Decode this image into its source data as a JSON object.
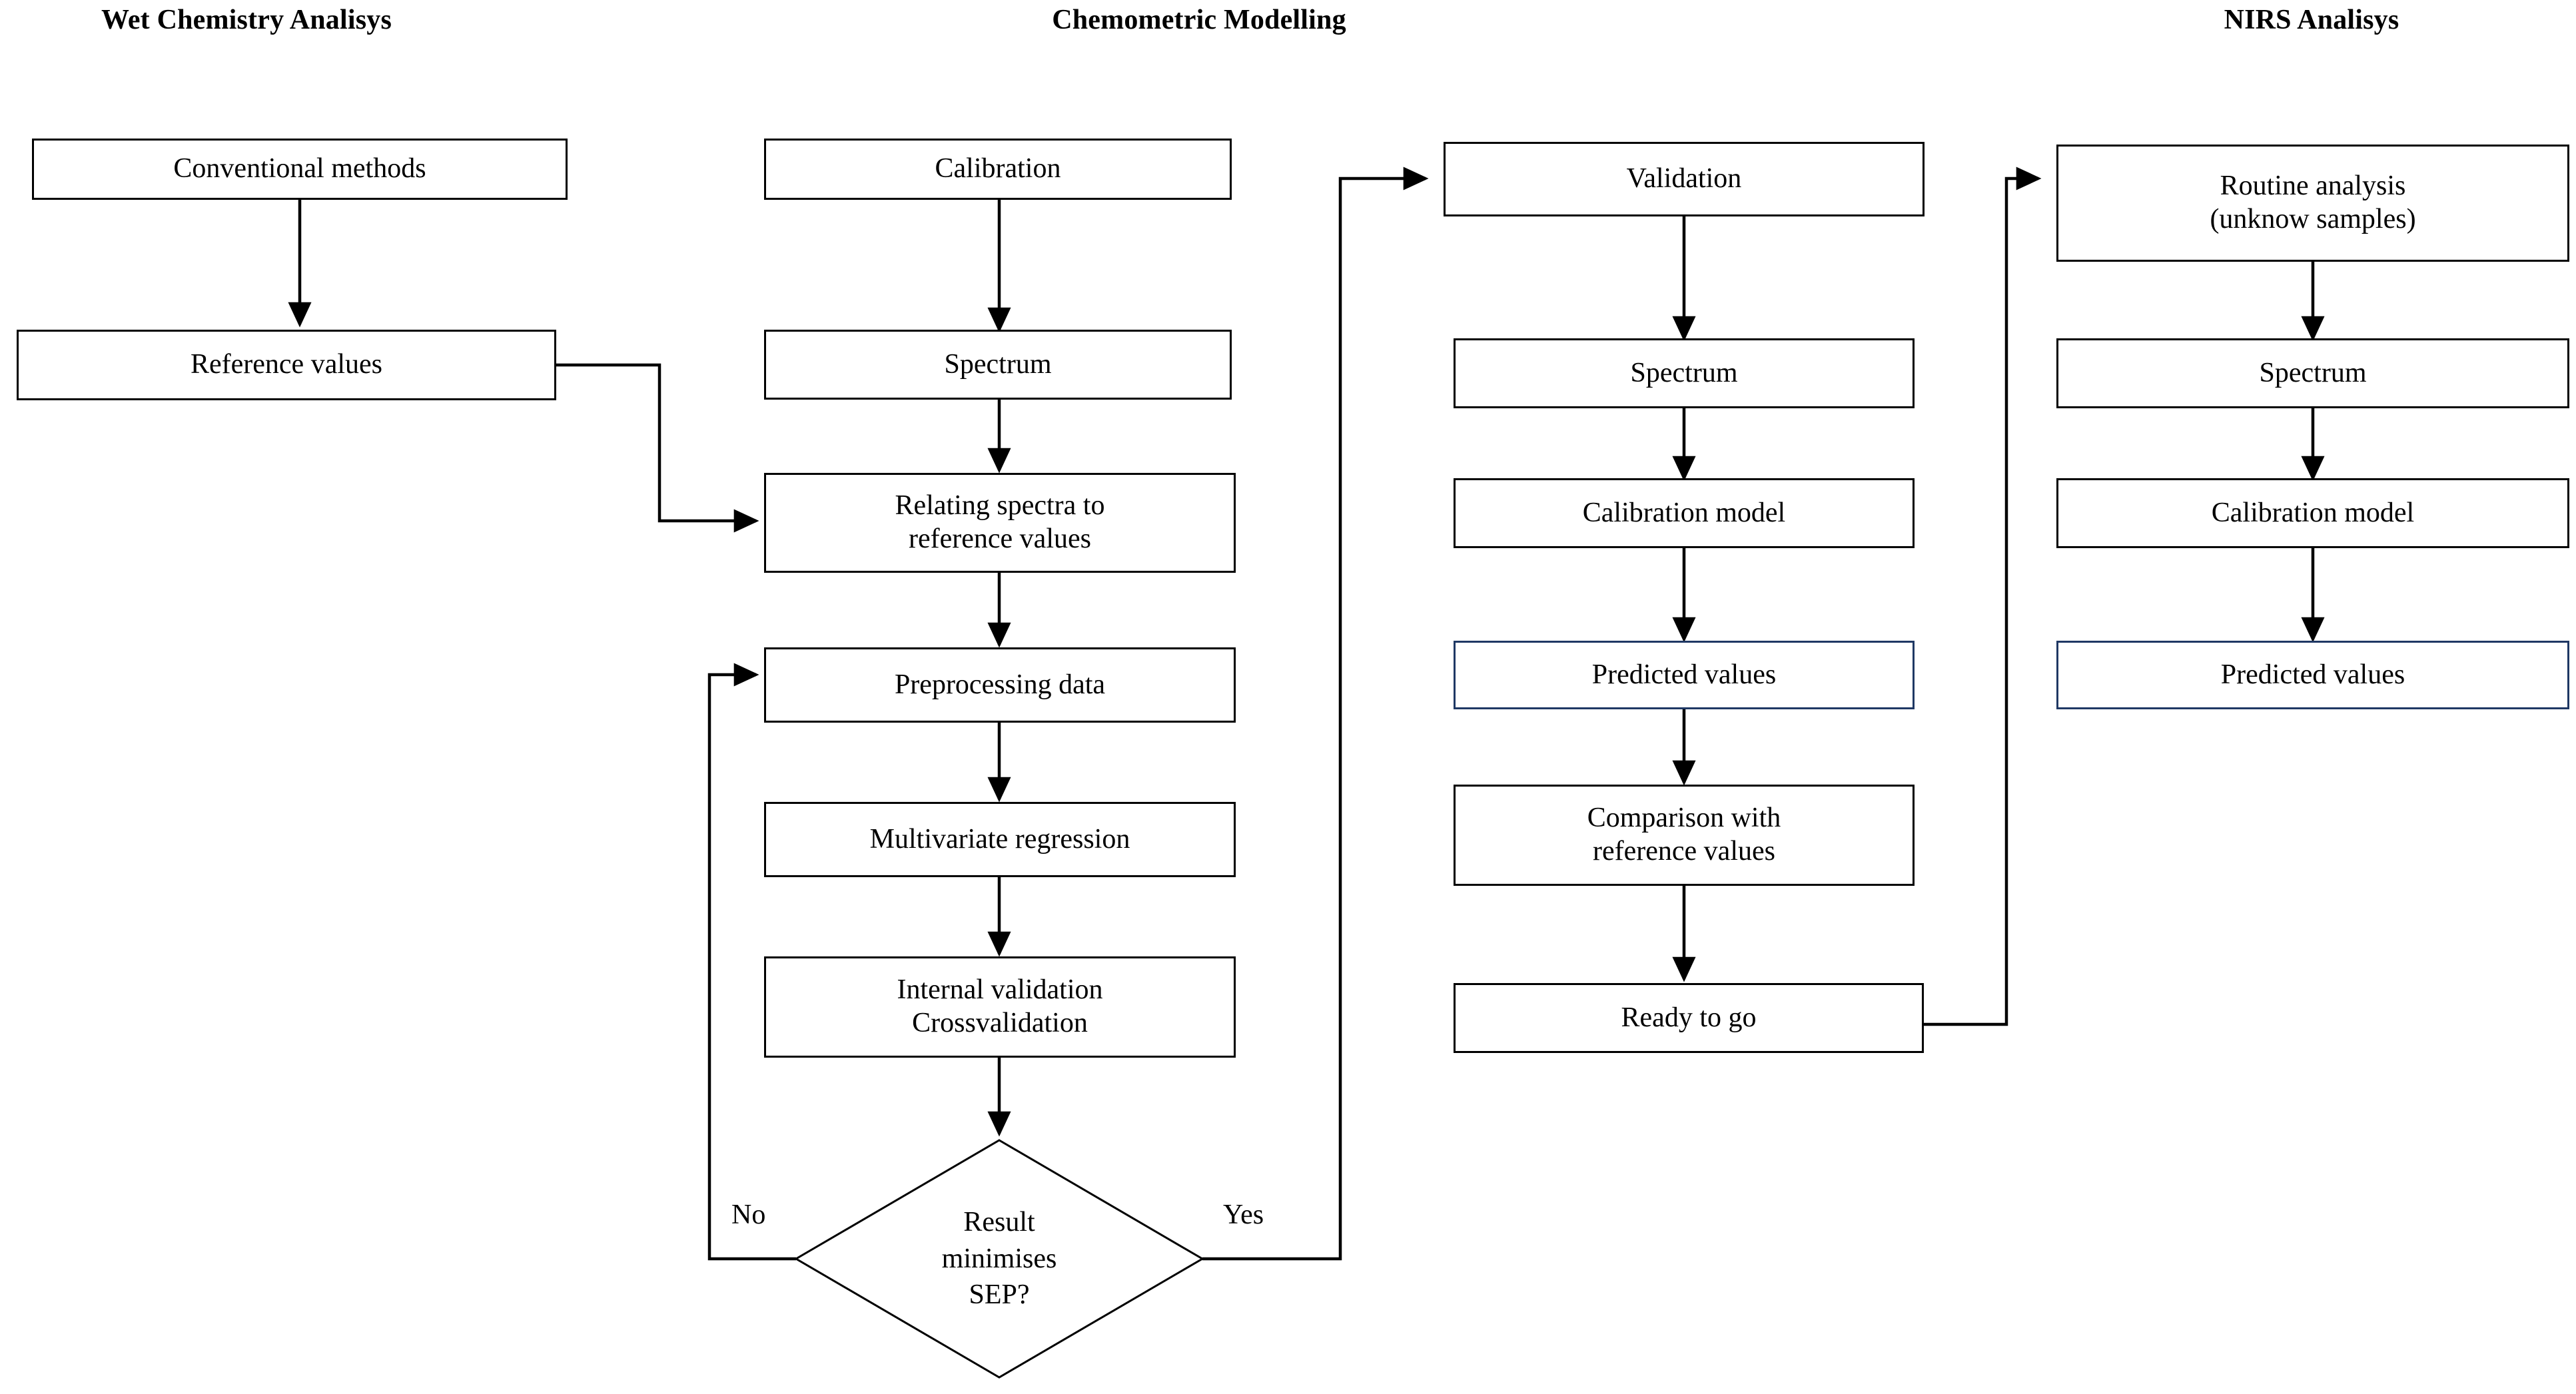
{
  "diagram": {
    "title_row": [
      {
        "id": "col-wet-chemistry",
        "label": "Wet Chemistry Analisys"
      },
      {
        "id": "col-chemometric",
        "label": "Chemometric Modelling"
      },
      {
        "id": "col-nirs",
        "label": "NIRS Analisys"
      }
    ],
    "colors": {
      "stroke": "#000000",
      "accent": "#1f3864",
      "background": "#ffffff"
    },
    "nodes": {
      "conventional_methods": "Conventional methods",
      "reference_values": "Reference values",
      "calibration": "Calibration",
      "spectrum_cal": "Spectrum",
      "relating_spectra": "Relating spectra to\nreference values",
      "preprocessing": "Preprocessing data",
      "multivariate": "Multivariate regression",
      "internal_validation": "Internal validation\nCrossvalidation",
      "decision_sep": "Result\nminimises\nSEP?",
      "validation": "Validation",
      "spectrum_val": "Spectrum",
      "calibration_model_val": "Calibration model",
      "predicted_values_val": "Predicted values",
      "comparison": "Comparison with\nreference values",
      "ready_to_go": "Ready to go",
      "routine_analysis": "Routine analysis\n(unknow samples)",
      "spectrum_nirs": "Spectrum",
      "calibration_model_nirs": "Calibration model",
      "predicted_values_nirs": "Predicted values"
    },
    "edge_labels": {
      "no": "No",
      "yes": "Yes"
    }
  }
}
